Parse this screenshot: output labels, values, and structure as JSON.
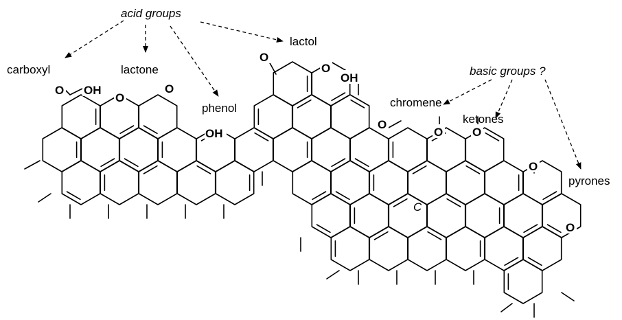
{
  "labels": {
    "acid_groups": "acid groups",
    "basic_groups": "basic groups ?",
    "carboxyl": "carboxyl",
    "lactone": "lactone",
    "lactol": "lactol",
    "phenol": "phenol",
    "chromene": "chromene",
    "ketones": "ketones",
    "pyrones": "pyrones"
  },
  "atoms": {
    "o_carboxyl": "O",
    "oh_carboxyl": "OH",
    "o_lactone_ring": "O",
    "o_lactone_carbonyl": "O",
    "oh_phenol": "OH",
    "o_lactol_carbonyl": "O",
    "o_lactol_ring": "O",
    "oh_lactol": "OH",
    "o_chromene": "O",
    "o_ketone_1": "O",
    "o_ketone_2": "O",
    "o_pyrone_carbonyl": "O",
    "o_pyrone_ring": "O",
    "c_center": "C"
  },
  "colors": {
    "ink": "#000000",
    "background": "#ffffff"
  }
}
